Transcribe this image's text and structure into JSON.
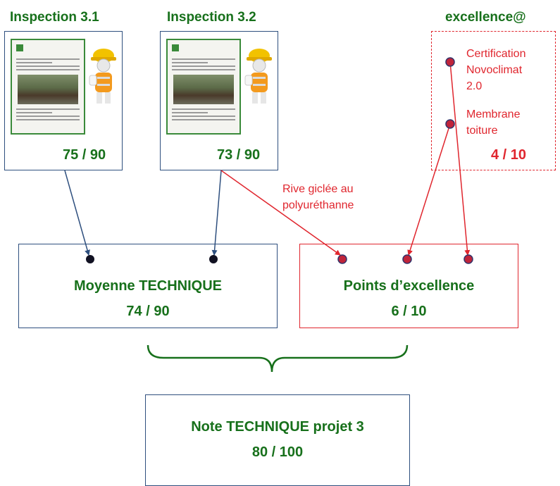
{
  "inspection_1": {
    "title": "Inspection 3.1",
    "score": "75 / 90"
  },
  "inspection_2": {
    "title": "Inspection 3.2",
    "score": "73 / 90"
  },
  "excellence": {
    "title": "excellence@",
    "item_1": [
      "Certification",
      "Novoclimat",
      "2.0"
    ],
    "item_2": [
      "Membrane",
      "toiture"
    ],
    "score": "4 / 10"
  },
  "annotation": {
    "lines": [
      "Rive giclée au",
      "polyuréthanne"
    ]
  },
  "technical_average": {
    "title": "Moyenne TECHNIQUE",
    "score": "74 / 90"
  },
  "excellence_points": {
    "title": "Points d’excellence",
    "score": "6 / 10"
  },
  "final": {
    "title": "Note TECHNIQUE projet 3",
    "score": "80 / 100"
  },
  "colors": {
    "green": "#17701b",
    "blue": "#2e4f7e",
    "red": "#e0262e",
    "navy_dot": "#1a1a3a"
  },
  "icons": [
    "inspection-report-thumbnail",
    "construction-worker-icon"
  ]
}
